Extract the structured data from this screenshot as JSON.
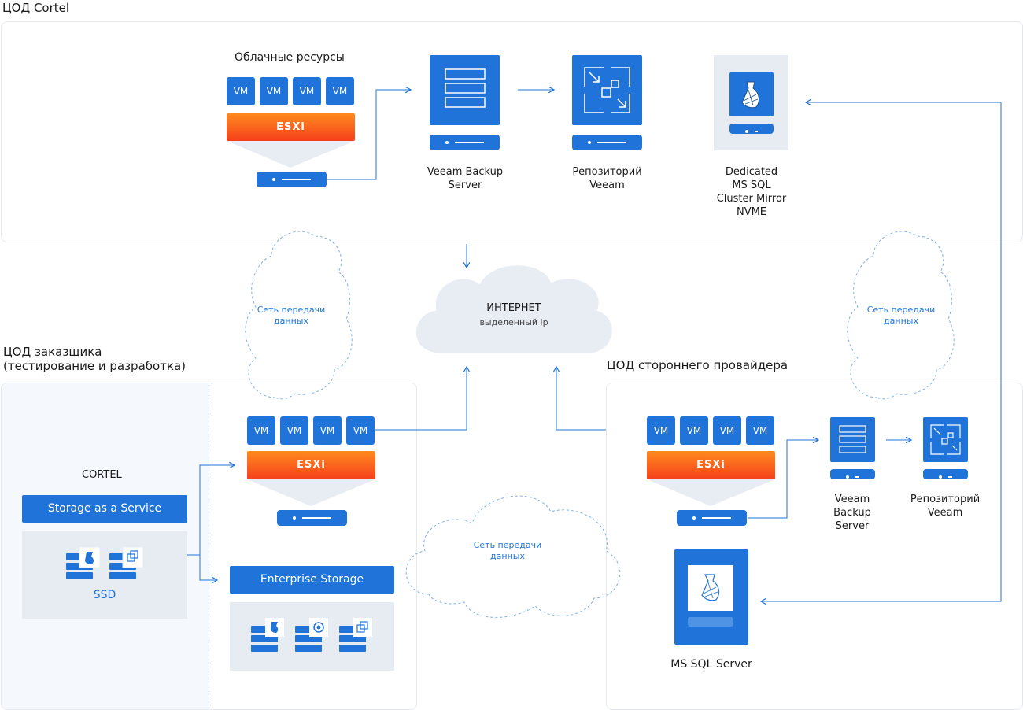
{
  "top": {
    "title": "ЦОД Cortel",
    "cloud_resources": "Облачные ресурсы",
    "vm_labels": [
      "VM",
      "VM",
      "VM",
      "VM"
    ],
    "esxi": "ESXi",
    "veeam_backup_server": "Veeam Backup\nServer",
    "repo_veeam": "Репозиторий\nVeeam",
    "dedicated_sql": "Dedicated\nMS SQL\nCluster Mirror\nNVME"
  },
  "internet": {
    "title": "ИНТЕРНЕТ",
    "subtitle": "выделенный ip"
  },
  "networks": {
    "left": "Сеть передачи\nданных",
    "right": "Сеть передачи\nданных",
    "center": "Сеть передачи\nданных"
  },
  "customer": {
    "title": "ЦОД заказщика\n(тестирование и разработка)",
    "cortel": "CORTEL",
    "storage_service": "Storage as a Service",
    "ssd": "SSD",
    "vm_labels": [
      "VM",
      "VM",
      "VM",
      "VM"
    ],
    "esxi": "ESXi",
    "enterprise_storage": "Enterprise Storage"
  },
  "provider": {
    "title": "ЦОД стороннего провайдера",
    "vm_labels": [
      "VM",
      "VM",
      "VM",
      "VM"
    ],
    "esxi": "ESXi",
    "veeam_backup_server": "Veeam\nBackup\nServer",
    "repo_veeam": "Репозиторий\nVeeam",
    "ms_sql_server": "MS SQL Server"
  },
  "colors": {
    "blue": "#2074d9",
    "orange_top": "#ff8a1f",
    "orange_bottom": "#f5401b",
    "cloud_fill": "#e8edf3",
    "panel_gray": "#e7ecf2"
  }
}
